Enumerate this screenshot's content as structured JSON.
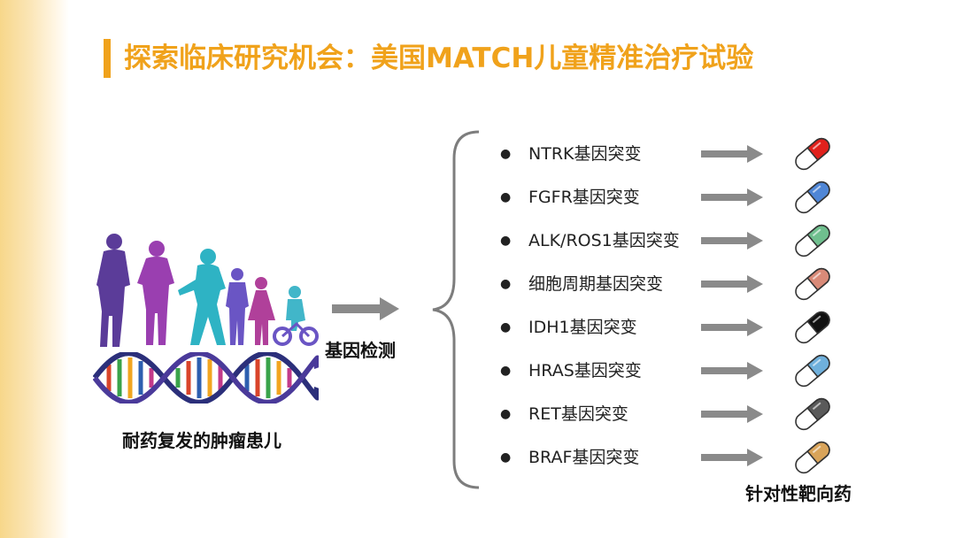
{
  "title": "探索临床研究机会：美国MATCH儿童精准治疗试验",
  "patients_caption": "耐药复发的肿瘤患儿",
  "detection_label": "基因检测",
  "drugs_caption": "针对性靶向药",
  "accent_color": "#f0a21b",
  "mutations": [
    {
      "label": "NTRK基因突变",
      "pill_color": "#e0211c"
    },
    {
      "label": "FGFR基因突变",
      "pill_color": "#4f86d6"
    },
    {
      "label": "ALK/ROS1基因突变",
      "pill_color": "#6fbf8e"
    },
    {
      "label": "细胞周期基因突变",
      "pill_color": "#d98a78"
    },
    {
      "label": "IDH1基因突变",
      "pill_color": "#111111"
    },
    {
      "label": "HRAS基因突变",
      "pill_color": "#6fb0dc"
    },
    {
      "label": "RET基因突变",
      "pill_color": "#5a5a5a"
    },
    {
      "label": "BRAF基因突变",
      "pill_color": "#d9a45a"
    }
  ],
  "icons": {
    "people": "family-silhouette-icon",
    "dna": "dna-helix-icon",
    "arrow": "arrow-right-icon",
    "pill": "capsule-icon",
    "bullet": "•"
  }
}
